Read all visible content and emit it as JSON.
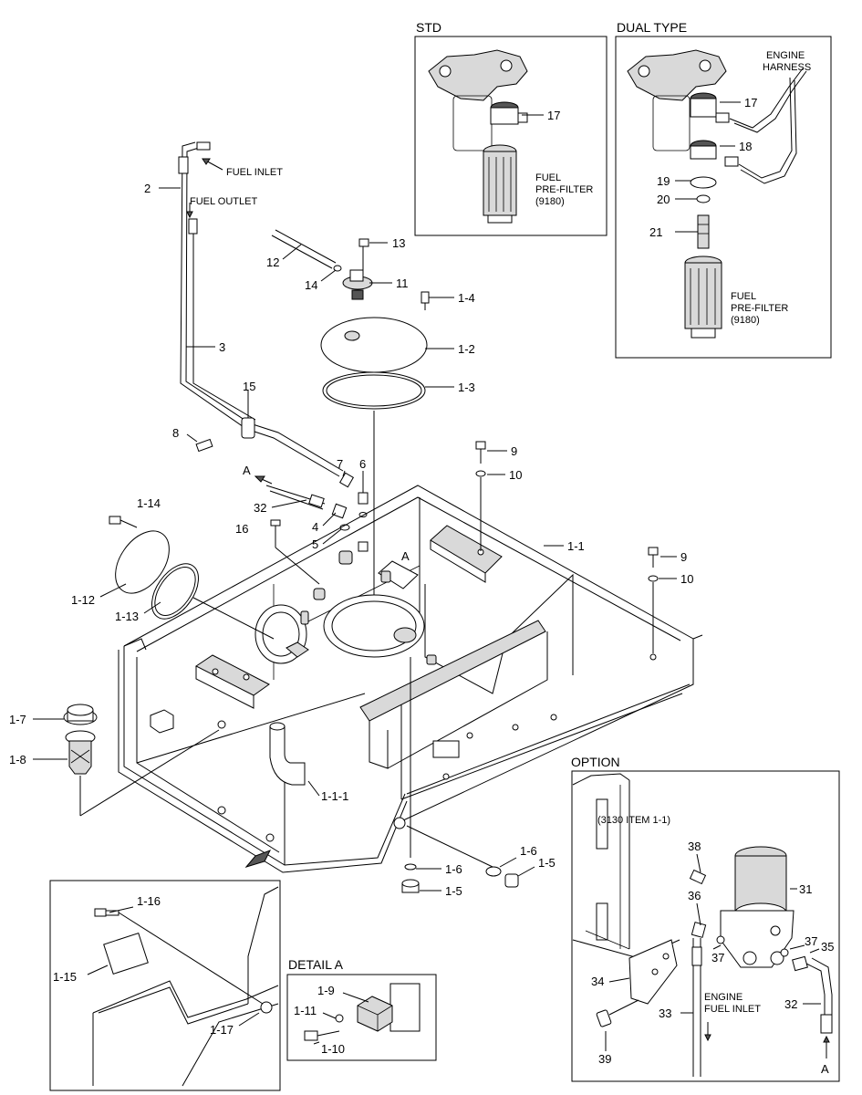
{
  "panels": {
    "std": "STD",
    "dual": "DUAL TYPE",
    "option": "OPTION",
    "detail_a": "DETAIL A"
  },
  "notes": {
    "fuel_inlet": "FUEL INLET",
    "fuel_outlet": "FUEL OUTLET",
    "std_fuel": "FUEL",
    "std_prefilter": "PRE-FILTER",
    "std_code": "(9180)",
    "dual_fuel": "FUEL",
    "dual_prefilter": "PRE-FILTER",
    "dual_code": "(9180)",
    "engine": "ENGINE",
    "harness": "HARNESS",
    "item_ref": "(3130 ITEM 1-1)",
    "engine_fuel_1": "ENGINE",
    "engine_fuel_2": "FUEL INLET",
    "arrow_a_top": "A",
    "arrow_a_detail": "A",
    "arrow_a_option": "A"
  },
  "callouts": {
    "c2": "2",
    "c3": "3",
    "c8": "8",
    "c15": "15",
    "c12": "12",
    "c14": "14",
    "c13": "13",
    "c11": "11",
    "c1_4": "1-4",
    "c1_2": "1-2",
    "c1_3": "1-3",
    "c9a": "9",
    "c10a": "10",
    "c7": "7",
    "c6": "6",
    "c32a": "32",
    "c4": "4",
    "c5": "5",
    "c16": "16",
    "c1_14": "1-14",
    "c1_12": "1-12",
    "c1_13": "1-13",
    "c1_1": "1-1",
    "c9b": "9",
    "c10b": "10",
    "c1_7": "1-7",
    "c1_8": "1-8",
    "c1_1_1": "1-1-1",
    "c1_6a": "1-6",
    "c1_5a": "1-5",
    "c1_6b": "1-6",
    "c1_5b": "1-5",
    "c1_16": "1-16",
    "c1_15": "1-15",
    "c1_17": "1-17",
    "c1_9": "1-9",
    "c1_11": "1-11",
    "c1_10": "1-10",
    "s17": "17",
    "d17": "17",
    "d18": "18",
    "d19": "19",
    "d20": "20",
    "d21": "21",
    "o38": "38",
    "o36": "36",
    "o31": "31",
    "o37a": "37",
    "o37b": "37",
    "o35": "35",
    "o34": "34",
    "o33": "33",
    "o32": "32",
    "o39": "39"
  }
}
